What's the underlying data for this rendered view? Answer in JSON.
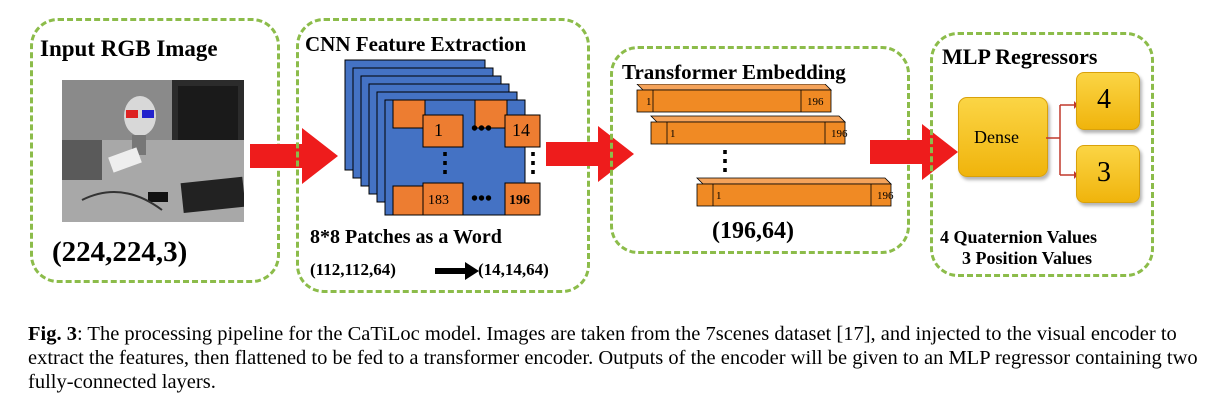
{
  "panels": {
    "input": {
      "title": "Input RGB Image",
      "shape": "(224,224,3)"
    },
    "cnn": {
      "title": "CNN Feature Extraction",
      "grid": {
        "tl": "1",
        "tr": "14",
        "bl": "183",
        "br": "196",
        "dots": "•••",
        "vdots": "⋮"
      },
      "note": "8*8 Patches as a Word",
      "from": "(112,112,64)",
      "to": "(14,14,64)"
    },
    "transformer": {
      "title": "Transformer Embedding",
      "bar_start": "1",
      "bar_end": "196",
      "vdots": "⋮",
      "shape": "(196,64)"
    },
    "mlp": {
      "title": "MLP Regressors",
      "dense": "Dense",
      "out_a": "4",
      "out_b": "3",
      "line1": "4 Quaternion Values",
      "line2": "3 Position Values"
    }
  },
  "caption": {
    "label": "Fig. 3",
    "text": ": The processing pipeline for the CaTiLoc model. Images are taken from the 7scenes dataset [17], and injected to the visual encoder to extract the features, then flattened to be fed to a transformer encoder. Outputs of the encoder will be given to an MLP regressor containing two fully-connected layers."
  },
  "colors": {
    "panel_border": "#8cbc4a",
    "arrow": "#ee1c1c",
    "layer_blue": "#4472c4",
    "patch_orange": "#ed7d31",
    "bar_orange": "#f08a24",
    "dense_yellow": "#f5c01a"
  },
  "icons": [
    "red-right-arrow",
    "robot-head-photo"
  ]
}
